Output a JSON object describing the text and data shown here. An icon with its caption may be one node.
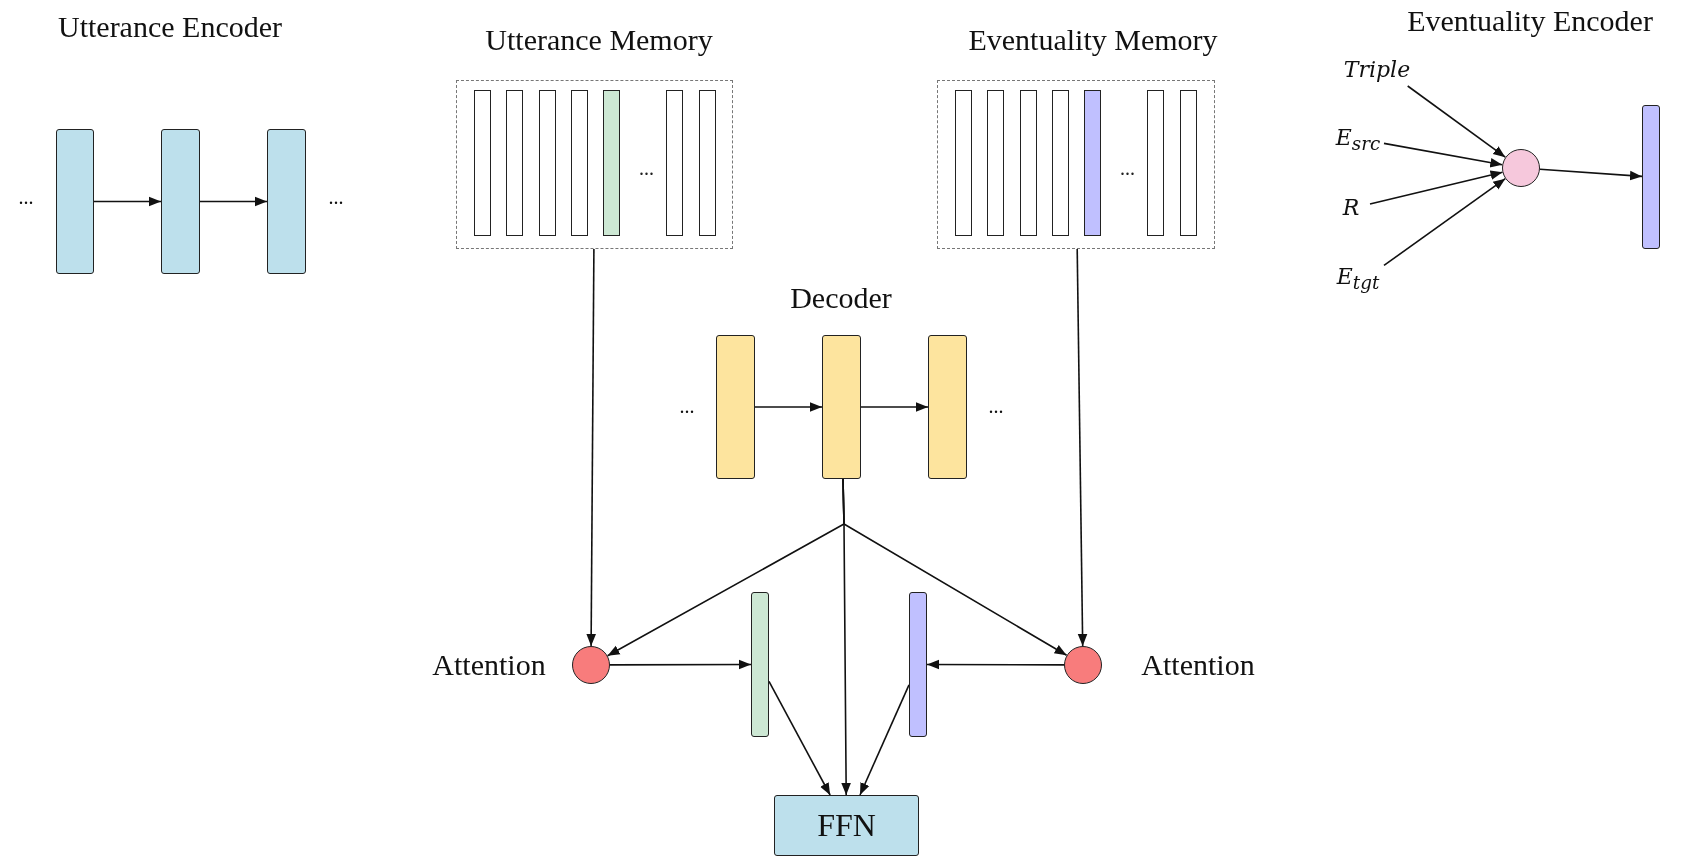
{
  "diagram": {
    "nodes": [
      {
        "text": [],
        "shape": "box"
      },
      {
        "text": [],
        "shape": "box"
      },
      {
        "text": [],
        "shape": "box"
      },
      {
        "text": [
          "..."
        ]
      },
      {
        "text": [
          "..."
        ]
      },
      {
        "text": [],
        "shape": "box"
      },
      {
        "text": [],
        "shape": "box"
      },
      {
        "text": [],
        "shape": "box"
      },
      {
        "text": [],
        "shape": "circle",
        "beside": [
          "Attention"
        ]
      },
      {
        "text": [],
        "shape": "box"
      },
      {
        "text": [],
        "shape": "box"
      },
      {
        "text": [],
        "shape": "circle",
        "beside": [
          "Attention"
        ]
      },
      {
        "text": [
          "FFN"
        ]
      },
      {
        "text": [
          "Triple"
        ]
      },
      {
        "text": [
          "E$_{src}$"
        ]
      },
      {
        "text": [
          "R"
        ]
      },
      {
        "text": [
          "E$_{tgt}$"
        ]
      },
      {
        "text": [],
        "shape": "circle"
      },
      {
        "text": [],
        "shape": "box"
      },
      {
        "text": [],
        "shape": "bar",
        "in": 3
      },
      {
        "text": [],
        "shape": "bar",
        "in": 3
      },
      {
        "text": [],
        "shape": "bar",
        "in": 3
      },
      {
        "text": [],
        "shape": "bar",
        "in": 3
      },
      {
        "text": [],
        "shape": "bar",
        "in": 3
      },
      {
        "text": [],
        "shape": "bar",
        "in": 3
      },
      {
        "text": [],
        "shape": "bar",
        "in": 3
      },
      {
        "text": [],
        "shape": "bar",
        "in": 4
      },
      {
        "text": [],
        "shape": "bar",
        "in": 4
      },
      {
        "text": [],
        "shape": "bar",
        "in": 4
      },
      {
        "text": [],
        "shape": "bar",
        "in": 4
      },
      {
        "text": [],
        "shape": "bar",
        "in": 4
      },
      {
        "text": [],
        "shape": "bar",
        "in": 4
      },
      {
        "text": [],
        "shape": "bar",
        "in": 4
      }
    ],
    "edges": [
      {
        "from": 0,
        "to": 1,
        "arrow": "to"
      },
      {
        "from": 1,
        "to": 2,
        "arrow": "to"
      },
      {
        "from": 3,
        "to": 8,
        "arrow": "to"
      },
      {
        "from": 4,
        "to": 11,
        "arrow": "to"
      },
      {
        "from": 5,
        "to": 6,
        "arrow": "to"
      },
      {
        "from": 6,
        "to": 7,
        "arrow": "to"
      },
      {
        "from": 6,
        "to": 8,
        "arrow": "to"
      },
      {
        "from": 6,
        "to": 12,
        "arrow": "to"
      },
      {
        "from": 6,
        "to": 11,
        "arrow": "to"
      },
      {
        "from": 8,
        "to": 9,
        "arrow": "to"
      },
      {
        "from": 11,
        "to": 10,
        "arrow": "to"
      },
      {
        "from": 9,
        "to": 12,
        "arrow": "to"
      },
      {
        "from": 10,
        "to": 12,
        "arrow": "to"
      },
      {
        "from": 13,
        "to": 17,
        "arrow": "to"
      },
      {
        "from": 14,
        "to": 17,
        "arrow": "to"
      },
      {
        "from": 15,
        "to": 17,
        "arrow": "to"
      },
      {
        "from": 16,
        "to": 17,
        "arrow": "to"
      },
      {
        "from": 17,
        "to": 18,
        "arrow": "to"
      }
    ],
    "labels": [
      "Utterance Encoder",
      "...",
      "...",
      "Utterance Memory",
      "Eventuality Memory",
      "Eventuality Encoder",
      "Decoder",
      "...",
      "..."
    ]
  }
}
